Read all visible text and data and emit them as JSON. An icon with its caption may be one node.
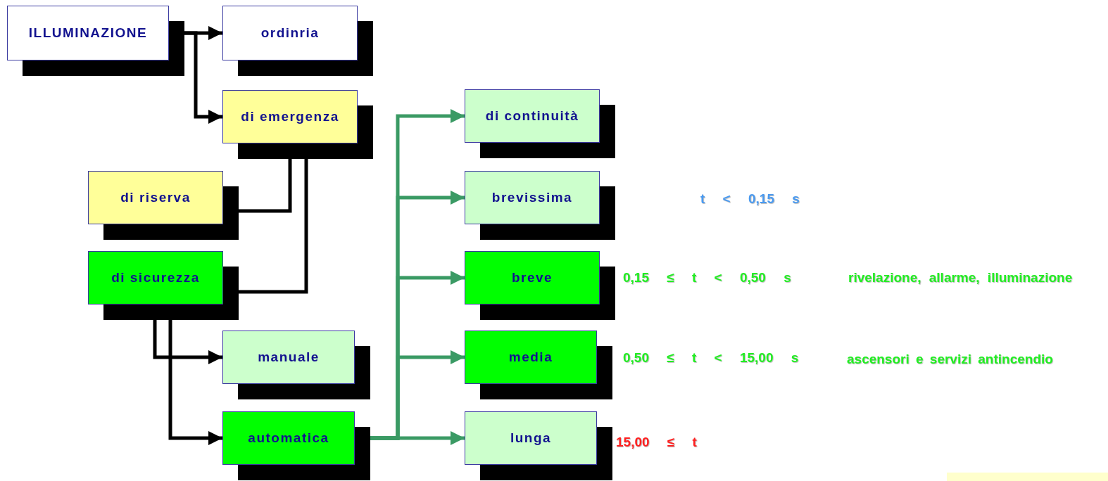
{
  "diagram": {
    "nodes": [
      {
        "text": [
          "ILLUMINAZIONE"
        ]
      },
      {
        "text": [
          "ordinria"
        ]
      },
      {
        "text": [
          "di emergenza"
        ]
      },
      {
        "text": [
          "di riserva"
        ]
      },
      {
        "text": [
          "di sicurezza"
        ]
      },
      {
        "text": [
          "manuale"
        ]
      },
      {
        "text": [
          "automatica"
        ]
      },
      {
        "text": [
          "di continuità"
        ]
      },
      {
        "text": [
          "brevissima"
        ]
      },
      {
        "text": [
          "breve"
        ]
      },
      {
        "text": [
          "media"
        ]
      },
      {
        "text": [
          "lunga"
        ]
      }
    ],
    "edges": [
      {
        "from": 0,
        "to": 1,
        "arrow": "to"
      },
      {
        "from": 0,
        "to": 2,
        "arrow": "to"
      },
      {
        "from": 2,
        "to": 3,
        "arrow": "to"
      },
      {
        "from": 2,
        "to": 4,
        "arrow": "to"
      },
      {
        "from": 4,
        "to": 5,
        "arrow": "to"
      },
      {
        "from": 4,
        "to": 6,
        "arrow": "to"
      },
      {
        "from": 6,
        "to": 7,
        "arrow": "to",
        "color": "#3a9a64"
      },
      {
        "from": 6,
        "to": 8,
        "arrow": "to",
        "color": "#3a9a64"
      },
      {
        "from": 6,
        "to": 9,
        "arrow": "to",
        "color": "#3a9a64"
      },
      {
        "from": 6,
        "to": 10,
        "arrow": "to",
        "color": "#3a9a64"
      },
      {
        "from": 6,
        "to": 11,
        "arrow": "to",
        "color": "#3a9a64"
      }
    ],
    "labels": [
      "t < 0,15 s",
      "0,15 ≤ t < 0,50 s",
      "rivelazione, allarme, illuminazione",
      "0,50 ≤ t < 15,00 s",
      "ascensori e servizi antincendio",
      "15,00 ≤ t"
    ]
  }
}
